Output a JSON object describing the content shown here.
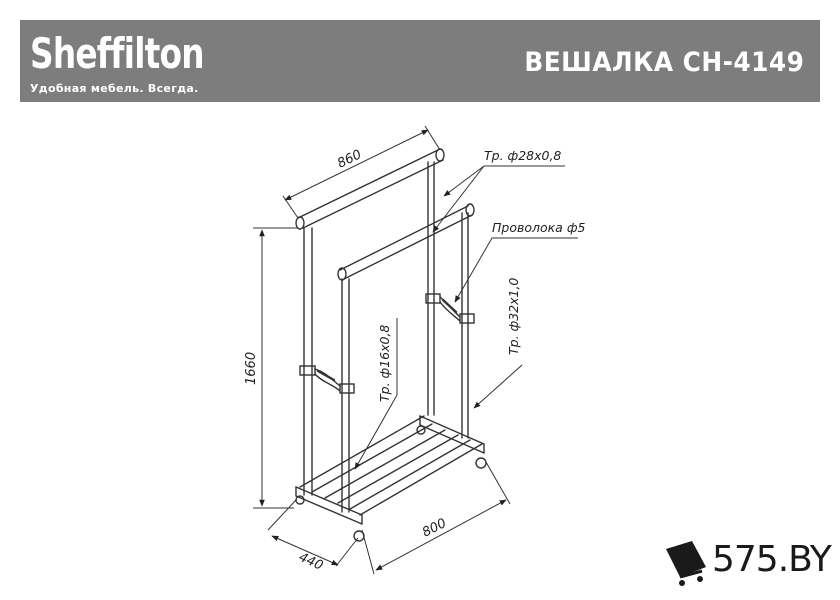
{
  "header": {
    "brand": "Sheffilton",
    "tagline": "Удобная мебель. Всегда.",
    "title": "ВЕШАЛКА CH-4149"
  },
  "dimensions": {
    "width_top": "860",
    "height": "1660",
    "depth": "440",
    "base_width": "800"
  },
  "callouts": {
    "top_bar": "Тр. ф28x0,8",
    "wire": "Проволока ф5",
    "side_tube": "Тр. ф32x1,0",
    "inner_tube": "Тр. ф16x0,8"
  },
  "watermark": "575.BY",
  "colors": {
    "header_bg": "#7d7d7d",
    "line": "#333333"
  }
}
